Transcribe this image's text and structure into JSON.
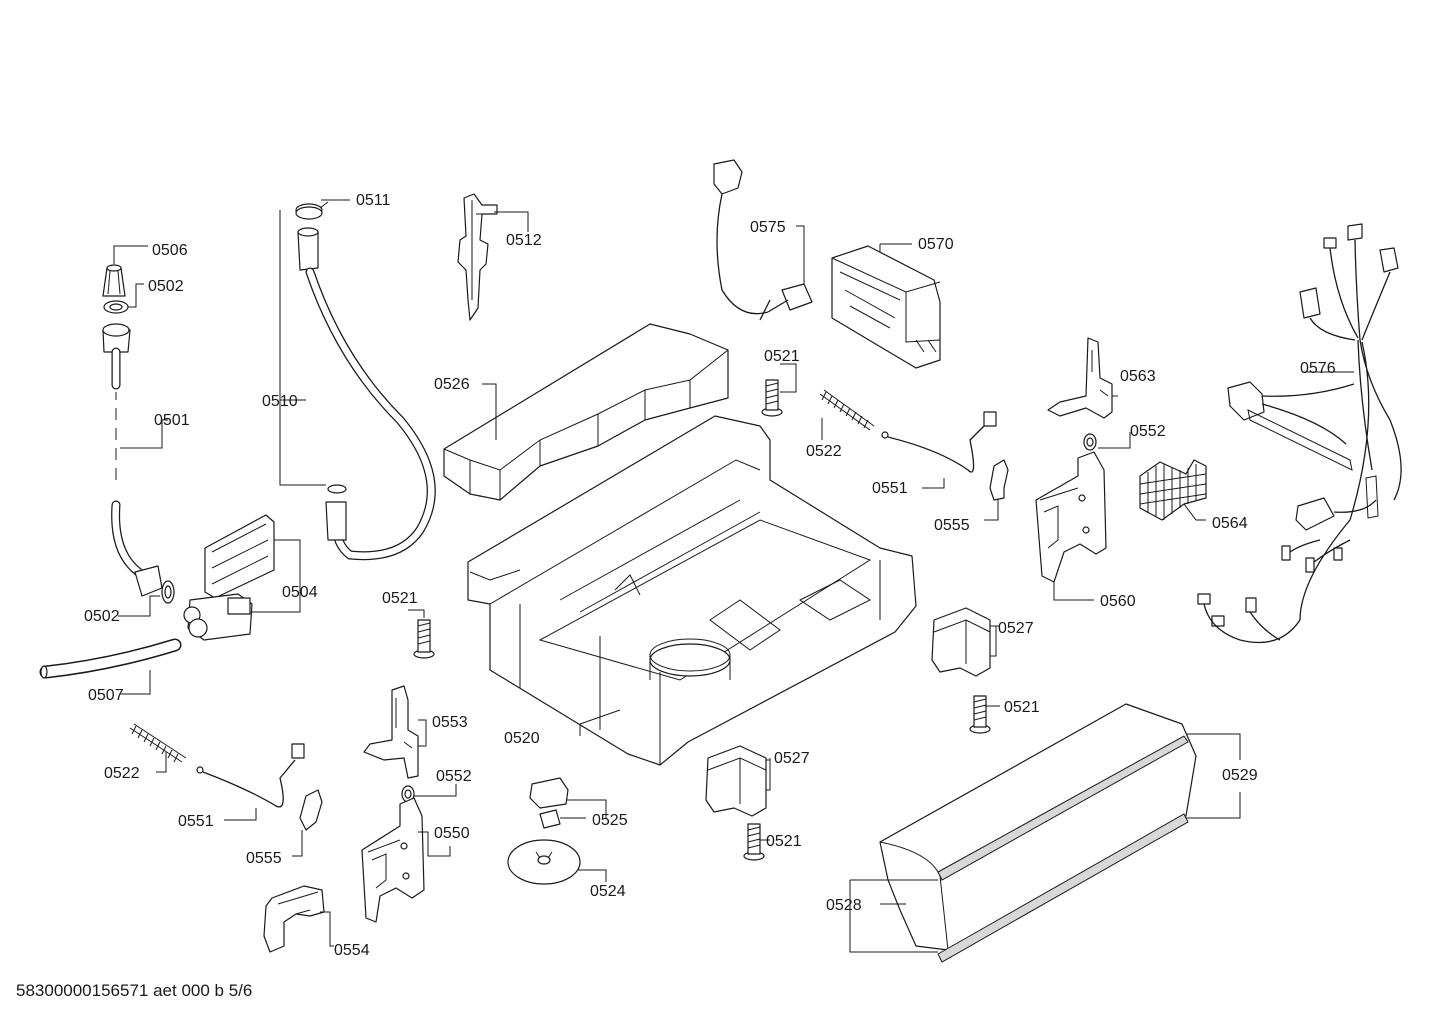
{
  "document_id": "58300000156571 aet 000 b 5/6",
  "callouts": {
    "c0506": "0506",
    "c0502a": "0502",
    "c0501": "0501",
    "c0502b": "0502",
    "c0511": "0511",
    "c0510": "0510",
    "c0504": "0504",
    "c0507": "0507",
    "c0512": "0512",
    "c0526": "0526",
    "c0575": "0575",
    "c0570": "0570",
    "c0521a": "0521",
    "c0522a": "0522",
    "c0551a": "0551",
    "c0555a": "0555",
    "c0563": "0563",
    "c0552a": "0552",
    "c0564": "0564",
    "c0560": "0560",
    "c0576": "0576",
    "c0521b": "0521",
    "c0520": "0520",
    "c0553": "0553",
    "c0552b": "0552",
    "c0550": "0550",
    "c0522b": "0522",
    "c0551b": "0551",
    "c0555b": "0555",
    "c0554": "0554",
    "c0525": "0525",
    "c0524": "0524",
    "c0527a": "0527",
    "c0521c": "0521",
    "c0527b": "0527",
    "c0521d": "0521",
    "c0529": "0529",
    "c0528": "0528"
  }
}
